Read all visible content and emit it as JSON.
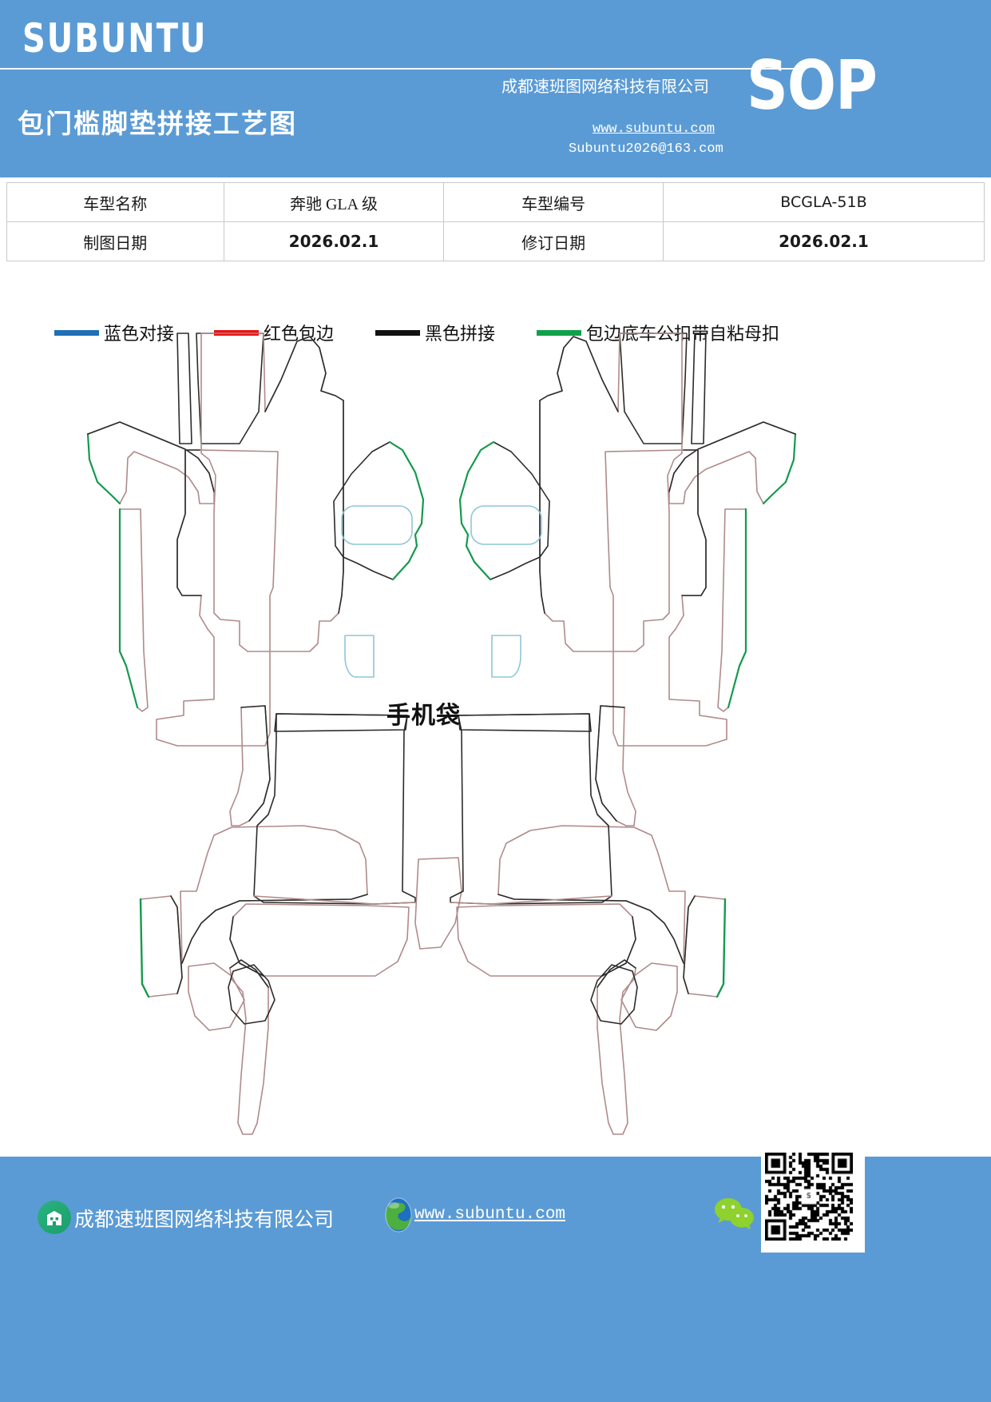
{
  "header": {
    "brand": "SUBUNTU",
    "title": "包门槛脚垫拼接工艺图",
    "company": "成都速班图网络科技有限公司",
    "website": "www.subuntu.com",
    "email": "Subuntu2026@163.com",
    "doc_type": "SOP",
    "bg_color": "#5b9bd5"
  },
  "info_table": {
    "rows": [
      {
        "label1": "车型名称",
        "value1": "奔驰 GLA 级",
        "label2": "车型编号",
        "value2": "BCGLA-51B"
      },
      {
        "label1": "制图日期",
        "value1": "2026.02.1",
        "label2": "修订日期",
        "value2": "2026.02.1"
      }
    ]
  },
  "legend": {
    "items": [
      {
        "label": "蓝色对接",
        "color": "#1f6fb5"
      },
      {
        "label": "红色包边",
        "color": "#ee1111"
      },
      {
        "label": "黑色拼接",
        "color": "#111111"
      },
      {
        "label": "包边底车公扣带自粘母扣",
        "color": "#11a04a"
      }
    ]
  },
  "drawing": {
    "pocket_label": "手机袋",
    "stroke_colors": {
      "red_edge": "#b08a8a",
      "black_seam": "#2b2b2b",
      "green_hook": "#149a4d",
      "blue_butt": "#8fc6d8"
    }
  },
  "footer": {
    "company": "成都速班图网络科技有限公司",
    "website": "www.subuntu.com",
    "bg_color": "#5b9bd5"
  }
}
